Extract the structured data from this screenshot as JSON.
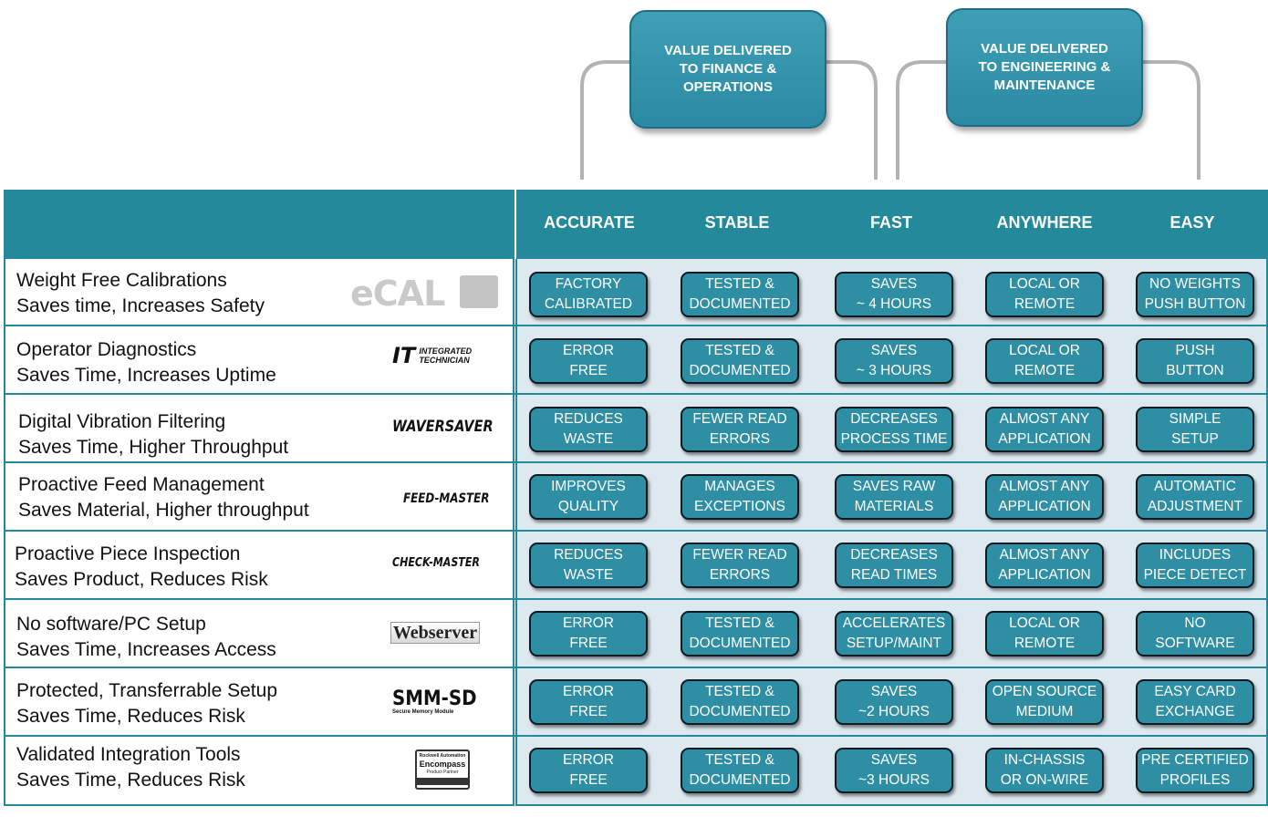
{
  "callouts": {
    "finance": "VALUE DELIVERED\nTO  FINANCE &\nOPERATIONS",
    "engineering": "VALUE DELIVERED\nTO ENGINEERING &\nMAINTENANCE"
  },
  "columns": [
    "ACCURATE",
    "STABLE",
    "FAST",
    "ANYWHERE",
    "EASY"
  ],
  "rows": [
    {
      "feature": [
        "Weight Free Calibrations",
        "Saves time, Increases Safety"
      ],
      "logo": "eCAL",
      "cells": [
        [
          "FACTORY",
          "CALIBRATED"
        ],
        [
          "TESTED &",
          "DOCUMENTED"
        ],
        [
          "SAVES",
          "~ 4 HOURS"
        ],
        [
          "LOCAL OR",
          "REMOTE"
        ],
        [
          "NO WEIGHTS",
          "PUSH BUTTON"
        ]
      ]
    },
    {
      "feature": [
        "Operator Diagnostics",
        "Saves Time, Increases Uptime"
      ],
      "logo": "IT",
      "logo_sub": [
        "INTEGRATED",
        "TECHNICIAN"
      ],
      "cells": [
        [
          "ERROR",
          "FREE"
        ],
        [
          "TESTED &",
          "DOCUMENTED"
        ],
        [
          "SAVES",
          "~ 3 HOURS"
        ],
        [
          "LOCAL OR",
          "REMOTE"
        ],
        [
          "PUSH",
          "BUTTON"
        ]
      ]
    },
    {
      "feature": [
        "Digital Vibration Filtering",
        "Saves Time, Higher Throughput"
      ],
      "logo": "WAVERSAVER",
      "cells": [
        [
          "REDUCES",
          "WASTE"
        ],
        [
          "FEWER READ",
          "ERRORS"
        ],
        [
          "DECREASES",
          "PROCESS TIME"
        ],
        [
          "ALMOST ANY",
          "APPLICATION"
        ],
        [
          "SIMPLE",
          "SETUP"
        ]
      ]
    },
    {
      "feature": [
        "Proactive Feed Management",
        "Saves Material, Higher throughput"
      ],
      "logo": "FEED-MASTER",
      "cells": [
        [
          "IMPROVES",
          "QUALITY"
        ],
        [
          "MANAGES",
          "EXCEPTIONS"
        ],
        [
          "SAVES RAW",
          "MATERIALS"
        ],
        [
          "ALMOST ANY",
          "APPLICATION"
        ],
        [
          "AUTOMATIC",
          "ADJUSTMENT"
        ]
      ]
    },
    {
      "feature": [
        "Proactive Piece Inspection",
        "Saves Product, Reduces Risk"
      ],
      "logo": "CHECK-MASTER",
      "cells": [
        [
          "REDUCES",
          "WASTE"
        ],
        [
          "FEWER READ",
          "ERRORS"
        ],
        [
          "DECREASES",
          "READ TIMES"
        ],
        [
          "ALMOST ANY",
          "APPLICATION"
        ],
        [
          "INCLUDES",
          "PIECE DETECT"
        ]
      ]
    },
    {
      "feature": [
        "No software/PC Setup",
        "Saves Time, Increases Access"
      ],
      "logo": "Webserver",
      "cells": [
        [
          "ERROR",
          "FREE"
        ],
        [
          "TESTED &",
          "DOCUMENTED"
        ],
        [
          "ACCELERATES",
          "SETUP/MAINT"
        ],
        [
          "LOCAL OR",
          "REMOTE"
        ],
        [
          "NO",
          "SOFTWARE"
        ]
      ]
    },
    {
      "feature": [
        "Protected, Transferrable Setup",
        "Saves Time, Reduces Risk"
      ],
      "logo": "SMM-SD",
      "logo_sub": [
        "Secure Memory Module"
      ],
      "cells": [
        [
          "ERROR",
          "FREE"
        ],
        [
          "TESTED &",
          "DOCUMENTED"
        ],
        [
          "SAVES",
          "~2 HOURS"
        ],
        [
          "OPEN SOURCE",
          "MEDIUM"
        ],
        [
          "EASY CARD",
          "EXCHANGE"
        ]
      ]
    },
    {
      "feature": [
        "Validated Integration Tools",
        "Saves Time, Reduces Risk"
      ],
      "logo": "Encompass",
      "logo_sub": [
        "Rockwell Automation",
        "Product Partner"
      ],
      "cells": [
        [
          "ERROR",
          "FREE"
        ],
        [
          "TESTED &",
          "DOCUMENTED"
        ],
        [
          "SAVES",
          "~3 HOURS"
        ],
        [
          "IN-CHASSIS",
          "OR ON-WIRE"
        ],
        [
          "PRE CERTIFIED",
          "PROFILES"
        ]
      ]
    }
  ],
  "colors": {
    "teal_header": "#23899b",
    "pill": "#2d8ea4",
    "pill_border": "#0c1a22",
    "grid_bg": "#dde8ef"
  }
}
